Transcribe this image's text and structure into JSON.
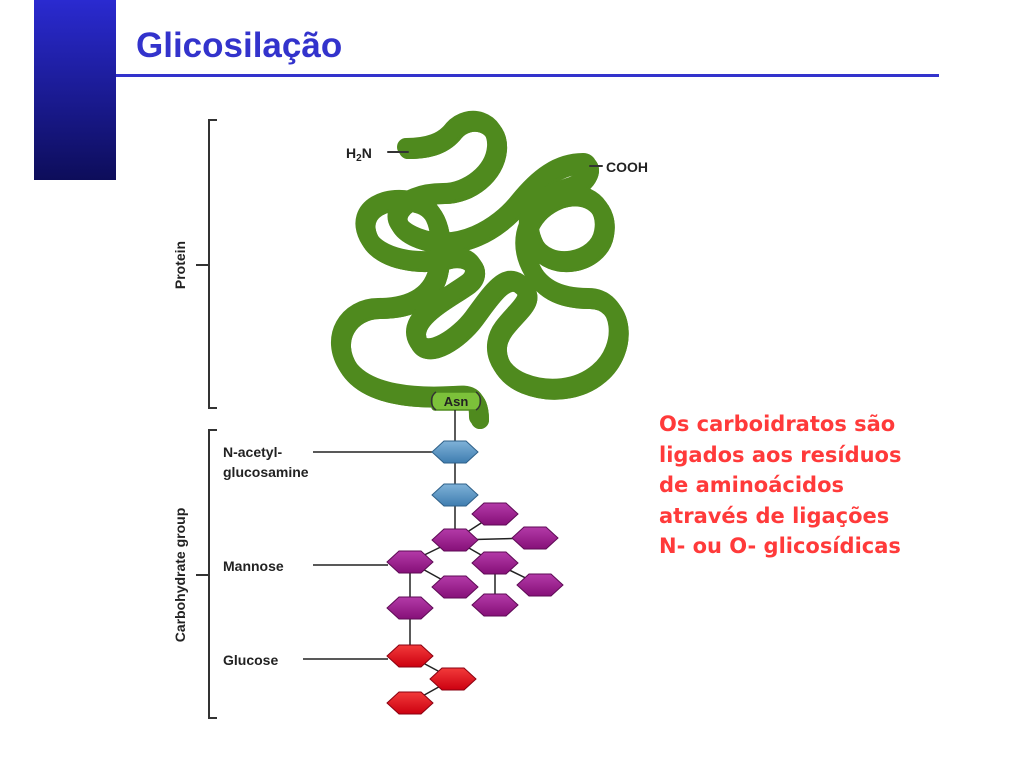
{
  "slide": {
    "title": "Glicosilação",
    "accent_color": "#3333cc",
    "text_color": "#ff3a3a"
  },
  "figure": {
    "labels": {
      "n_terminus": "H2N",
      "c_terminus": "COOH",
      "protein": "Protein",
      "asn": "Asn",
      "carbohydrate_group": "Carbohydrate group",
      "n_acetyl_line1": "N-acetyl-",
      "n_acetyl_line2": "glucosamine",
      "mannose": "Mannose",
      "glucose": "Glucose"
    },
    "colors": {
      "protein_chain": "#7cc13a",
      "n_acetylglucosamine": "#4f8fc0",
      "mannose": "#99168f",
      "glucose": "#e2111e"
    },
    "counts": {
      "n_acetylglucosamine": 2,
      "mannose": 9,
      "glucose": 3
    }
  },
  "caption": {
    "lines": [
      "Os carboidratos são",
      "ligados aos resíduos",
      "de aminoácidos",
      "através de ligações",
      "N- ou O- glicosídicas"
    ]
  }
}
